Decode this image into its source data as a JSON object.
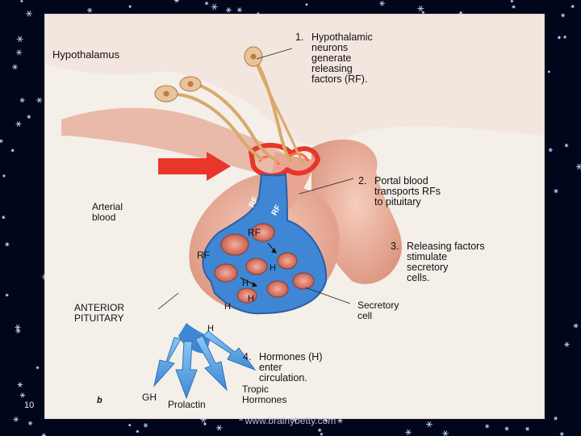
{
  "labels": {
    "hypothalamus": "Hypothalamus",
    "arterial_blood": "Arterial\nblood",
    "anterior_pituitary": "ANTERIOR\nPITUITARY",
    "panel_letter": "b",
    "secretory_cell": "Secretory\ncell"
  },
  "steps": [
    {
      "number": "1.",
      "text": "Hypothalamic\nneurons\ngenerate\nreleasing\nfactors (RF)."
    },
    {
      "number": "2.",
      "text": "Portal blood\ntransports RFs\nto pituitary"
    },
    {
      "number": "3.",
      "text": "Releasing factors\nstimulate\nsecretory\ncells."
    },
    {
      "number": "4.",
      "text": "Hormones (H)\nenter\ncirculation."
    }
  ],
  "vessel_labels": {
    "rf": "RF",
    "h": "H"
  },
  "outputs": {
    "gh": "GH",
    "prolactin": "Prolactin",
    "tropic": "Tropic\nHormones"
  },
  "footer": {
    "slide_number": "10",
    "url": "www.brainybetty.com"
  },
  "colors": {
    "background": "#02061a",
    "page": "#f4efe8",
    "tissue": "#e9b3a0",
    "blood": "#e8362b",
    "portal_vessel": "#3f86d4",
    "secretory_cell": "#d97766",
    "hormone_flow": "#5ea7e6"
  }
}
